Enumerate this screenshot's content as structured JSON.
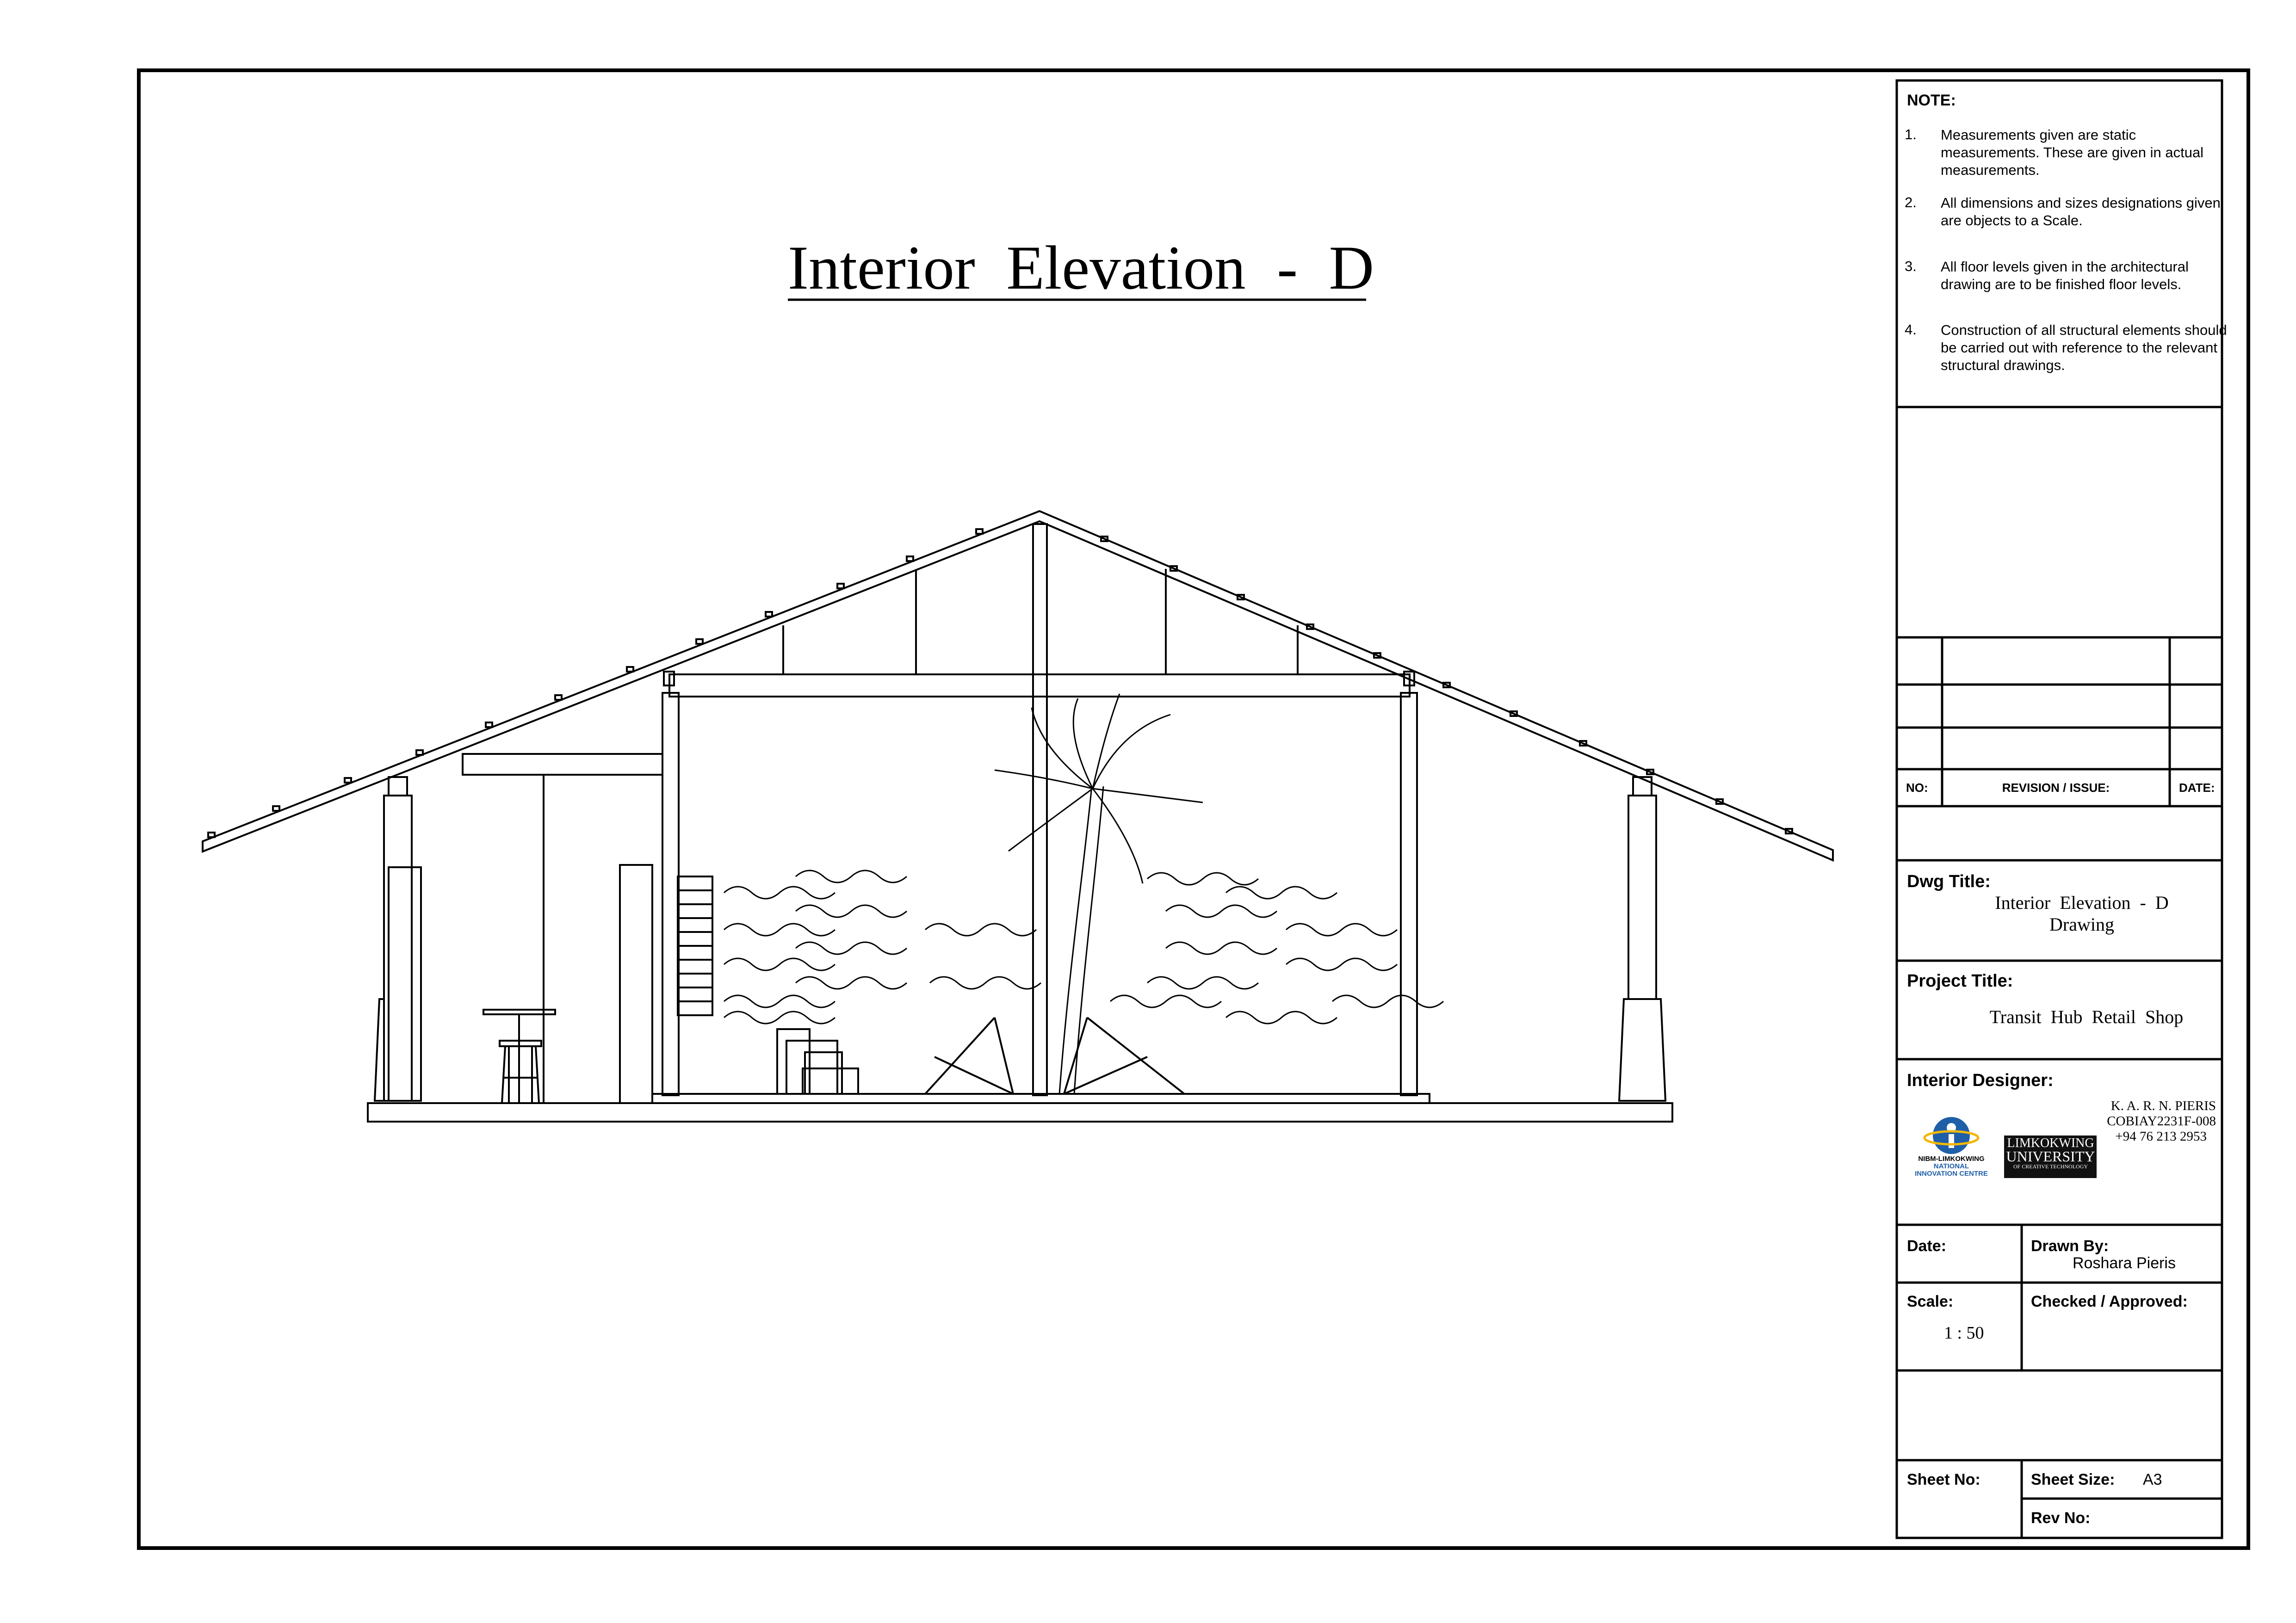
{
  "drawing_title": "Interior  Elevation  -  D",
  "notes": {
    "heading": "NOTE:",
    "items": [
      {
        "num": "1.",
        "text": "Measurements given are static measurements. These are given in actual measurements."
      },
      {
        "num": "2.",
        "text": "All dimensions and sizes designations given are objects to a Scale."
      },
      {
        "num": "3.",
        "text": "All floor levels given in the architectural drawing are to be finished floor levels."
      },
      {
        "num": "4.",
        "text": "Construction of all structural elements should be carried out with reference to the relevant structural drawings."
      }
    ]
  },
  "revision": {
    "no_label": "NO:",
    "issue_label": "REVISION / ISSUE:",
    "date_label": "DATE:"
  },
  "dwg_title": {
    "label": "Dwg Title:",
    "line1": "Interior  Elevation  -  D",
    "line2": "Drawing"
  },
  "project_title": {
    "label": "Project Title:",
    "value": "Transit  Hub  Retail  Shop"
  },
  "interior_designer": {
    "label": "Interior Designer:",
    "name": "K. A. R. N. PIERIS",
    "id": "COBIAY2231F-008",
    "phone": "+94 76 213 2953"
  },
  "logos": {
    "nibm_line1": "NIBM-LIMKOKWING",
    "nibm_line2": "NATIONAL",
    "nibm_line3": "INNOVATION CENTRE",
    "lkw_line1": "LIMKOKWING",
    "lkw_line2": "UNIVERSITY",
    "lkw_line3": "OF CREATIVE TECHNOLOGY"
  },
  "date": {
    "label": "Date:",
    "value": ""
  },
  "drawn_by": {
    "label": "Drawn By:",
    "value": "Roshara Pieris"
  },
  "scale": {
    "label": "Scale:",
    "value": "1 : 50"
  },
  "checked": {
    "label": "Checked / Approved:",
    "value": ""
  },
  "sheet_no": {
    "label": "Sheet No:",
    "value": ""
  },
  "sheet_size": {
    "label": "Sheet Size:",
    "value": "A3"
  },
  "rev_no": {
    "label": "Rev No:",
    "value": ""
  }
}
